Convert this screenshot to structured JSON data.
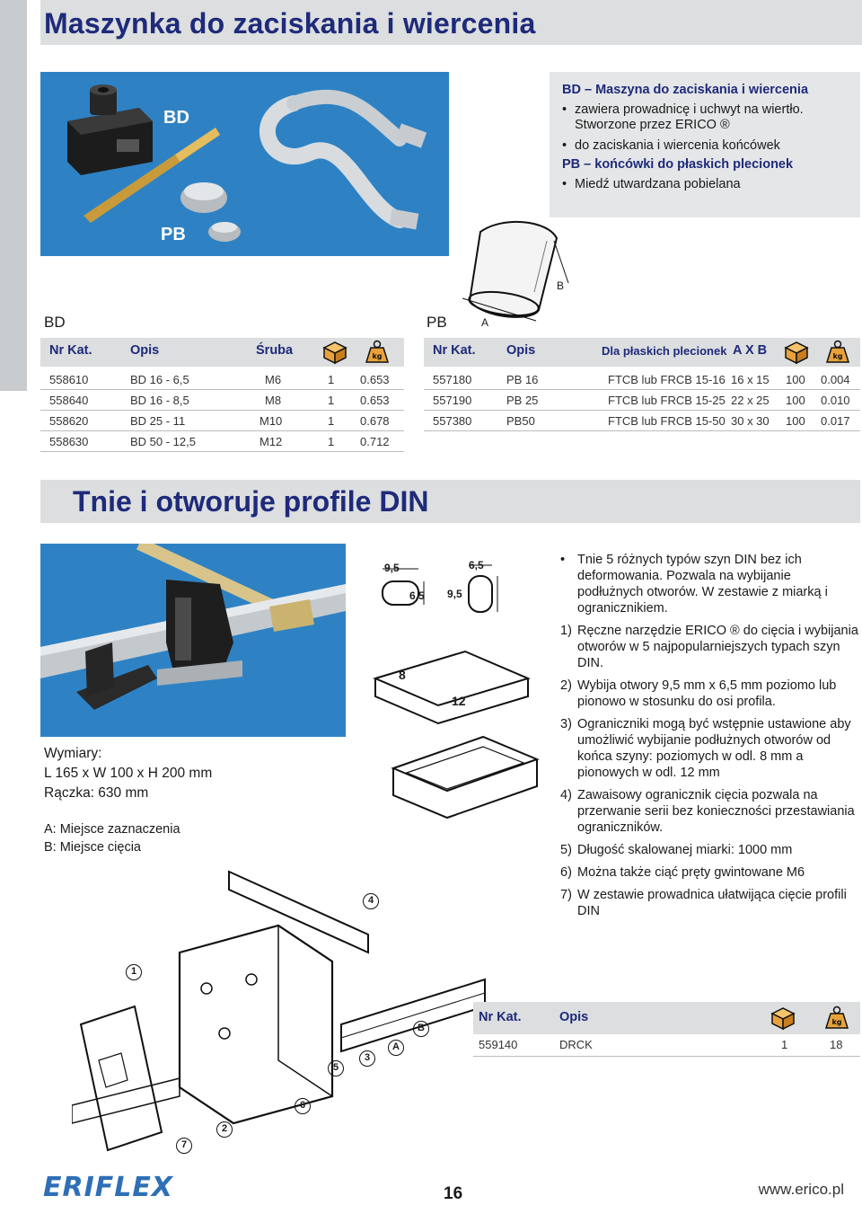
{
  "page": {
    "title": "Maszynka do zaciskania i wiercenia",
    "section2_title": "Tnie i otworuje profile DIN",
    "page_number": "16",
    "url": "www.erico.pl",
    "logo_text": "ERIFLEX"
  },
  "photo": {
    "label_bd": "BD",
    "label_pb": "PB"
  },
  "info": {
    "line1": "BD – Maszyna do zaciskania i wiercenia",
    "bullet1": "zawiera prowadnicę i uchwyt na wiertło. Stworzone przez ERICO ®",
    "bullet2": "do zaciskania i wiercenia końcówek",
    "line2": "PB – końcówki do płaskich plecionek",
    "bullet3": "Miedź utwardzana pobielana"
  },
  "diagram_pb": {
    "label_a": "A",
    "label_b": "B"
  },
  "bd_table": {
    "label": "BD",
    "headers": {
      "cat": "Nr Kat.",
      "desc": "Opis",
      "screw": "Śruba"
    },
    "rows": [
      {
        "cat": "558610",
        "desc": "BD 16 - 6,5",
        "screw": "M6",
        "qty": "1",
        "weight": "0.653"
      },
      {
        "cat": "558640",
        "desc": "BD 16 - 8,5",
        "screw": "M8",
        "qty": "1",
        "weight": "0.653"
      },
      {
        "cat": "558620",
        "desc": "BD 25 - 11",
        "screw": "M10",
        "qty": "1",
        "weight": "0.678"
      },
      {
        "cat": "558630",
        "desc": "BD 50 - 12,5",
        "screw": "M12",
        "qty": "1",
        "weight": "0.712"
      }
    ]
  },
  "pb_table": {
    "label": "PB",
    "headers": {
      "cat": "Nr Kat.",
      "desc": "Opis",
      "flat": "Dla płaskich plecionek",
      "axb": "A X B"
    },
    "rows": [
      {
        "cat": "557180",
        "desc": "PB 16",
        "flat": "FTCB lub FRCB 15-16",
        "axb": "16 x 15",
        "qty": "100",
        "weight": "0.004"
      },
      {
        "cat": "557190",
        "desc": "PB 25",
        "flat": "FTCB lub FRCB 15-25",
        "axb": "22 x 25",
        "qty": "100",
        "weight": "0.010"
      },
      {
        "cat": "557380",
        "desc": "PB50",
        "flat": "FTCB lub FRCB 15-50",
        "axb": "30 x 30",
        "qty": "100",
        "weight": "0.017"
      }
    ]
  },
  "dims": {
    "line1": "Wymiary:",
    "line2": "L 165 x W 100 x H 200 mm",
    "line3": "Rączka: 630 mm",
    "note_a": "A: Miejsce zaznaczenia",
    "note_b": "B: Miejsce cięcia"
  },
  "profile_drawing": {
    "d1": "9,5",
    "d2": "6,5",
    "d3": "6,5",
    "d4": "9,5",
    "d5": "8",
    "d6": "12"
  },
  "main_drawing": {
    "c1": "1",
    "c2": "2",
    "c3": "3",
    "c4": "4",
    "c5": "5",
    "c6": "6",
    "c7": "7",
    "ca": "A",
    "cb": "B"
  },
  "features": [
    {
      "marker": "•",
      "text": "Tnie 5 różnych typów szyn DIN bez ich deformowania. Pozwala na wybijanie podłużnych otworów. W zestawie z miarką i ogranicznikiem."
    },
    {
      "marker": "1)",
      "text": "Ręczne narzędzie ERICO ® do cięcia i wybijania otworów w 5 najpopularniejszych typach szyn DIN."
    },
    {
      "marker": "2)",
      "text": "Wybija otwory 9,5 mm x 6,5 mm poziomo lub pionowo w stosunku do osi profila."
    },
    {
      "marker": "3)",
      "text": "Ograniczniki mogą być wstępnie ustawione aby umożliwić wybijanie podłużnych otworów od końca szyny: poziomych w odl. 8 mm a pionowych w odl. 12 mm"
    },
    {
      "marker": "4)",
      "text": "Zawaisowy ogranicznik cięcia pozwala na przerwanie serii bez konieczności przestawiania ograniczników."
    },
    {
      "marker": "5)",
      "text": "Długość skalowanej miarki: 1000 mm"
    },
    {
      "marker": "6)",
      "text": "Można także ciąć pręty gwintowane M6"
    },
    {
      "marker": "7)",
      "text": "W zestawie prowadnica ułatwijąca cięcie profili DIN"
    }
  ],
  "drck_table": {
    "headers": {
      "cat": "Nr Kat.",
      "desc": "Opis"
    },
    "row": {
      "cat": "559140",
      "desc": "DRCK",
      "qty": "1",
      "weight": "18"
    }
  },
  "colors": {
    "brand_blue": "#1e2a7a",
    "photo_blue": "#2e82c4",
    "panel_gray": "#dcdedf",
    "icon_orange": "#e9a23b"
  }
}
